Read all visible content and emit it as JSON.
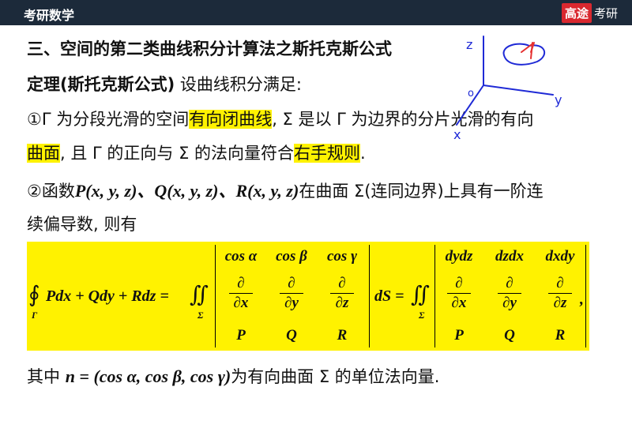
{
  "header": {
    "course": "考研数学",
    "brand_main": "高途",
    "brand_sub": "考研"
  },
  "title": "三、空间的第二类曲线积分计算法之斯托克斯公式",
  "theorem": {
    "label": "定理(斯托克斯公式)",
    "intro": "设曲线积分满足:"
  },
  "cond1": {
    "p1": "①Γ 为分段光滑的空间",
    "h1": "有向闭曲线",
    "p2": ", Σ 是以 Γ 为边界的分片光滑的有向",
    "h2": "曲面",
    "p3": ", 且 Γ 的正向与 Σ 的法向量符合",
    "h3": "右手规则",
    "p4": "."
  },
  "cond2": {
    "p1": "②函数",
    "math": "P(x, y, z)、Q(x, y, z)、R(x, y, z)",
    "p2": "在曲面 Σ(连同边界)上具有一阶连",
    "line2": "续偏导数, 则有"
  },
  "formula": {
    "lhs": "Pdx + Qdy + Rdz =",
    "contour_sub": "Γ",
    "surf_sub": "Σ",
    "det1_row1": [
      "cos α",
      "cos β",
      "cos γ"
    ],
    "det1_den": [
      "∂x",
      "∂y",
      "∂z"
    ],
    "det_num": "∂",
    "det_row3": [
      "P",
      "Q",
      "R"
    ],
    "mid": "dS =",
    "det2_row1": [
      "dydz",
      "dzdx",
      "dxdy"
    ],
    "tail": ","
  },
  "normal": {
    "p1": "其中",
    "math": "n = (cos α, cos β, cos γ)",
    "p2": "为有向曲面 Σ 的单位法向量."
  },
  "sketch": {
    "z": "z",
    "y": "y",
    "x": "x",
    "o": "o"
  }
}
